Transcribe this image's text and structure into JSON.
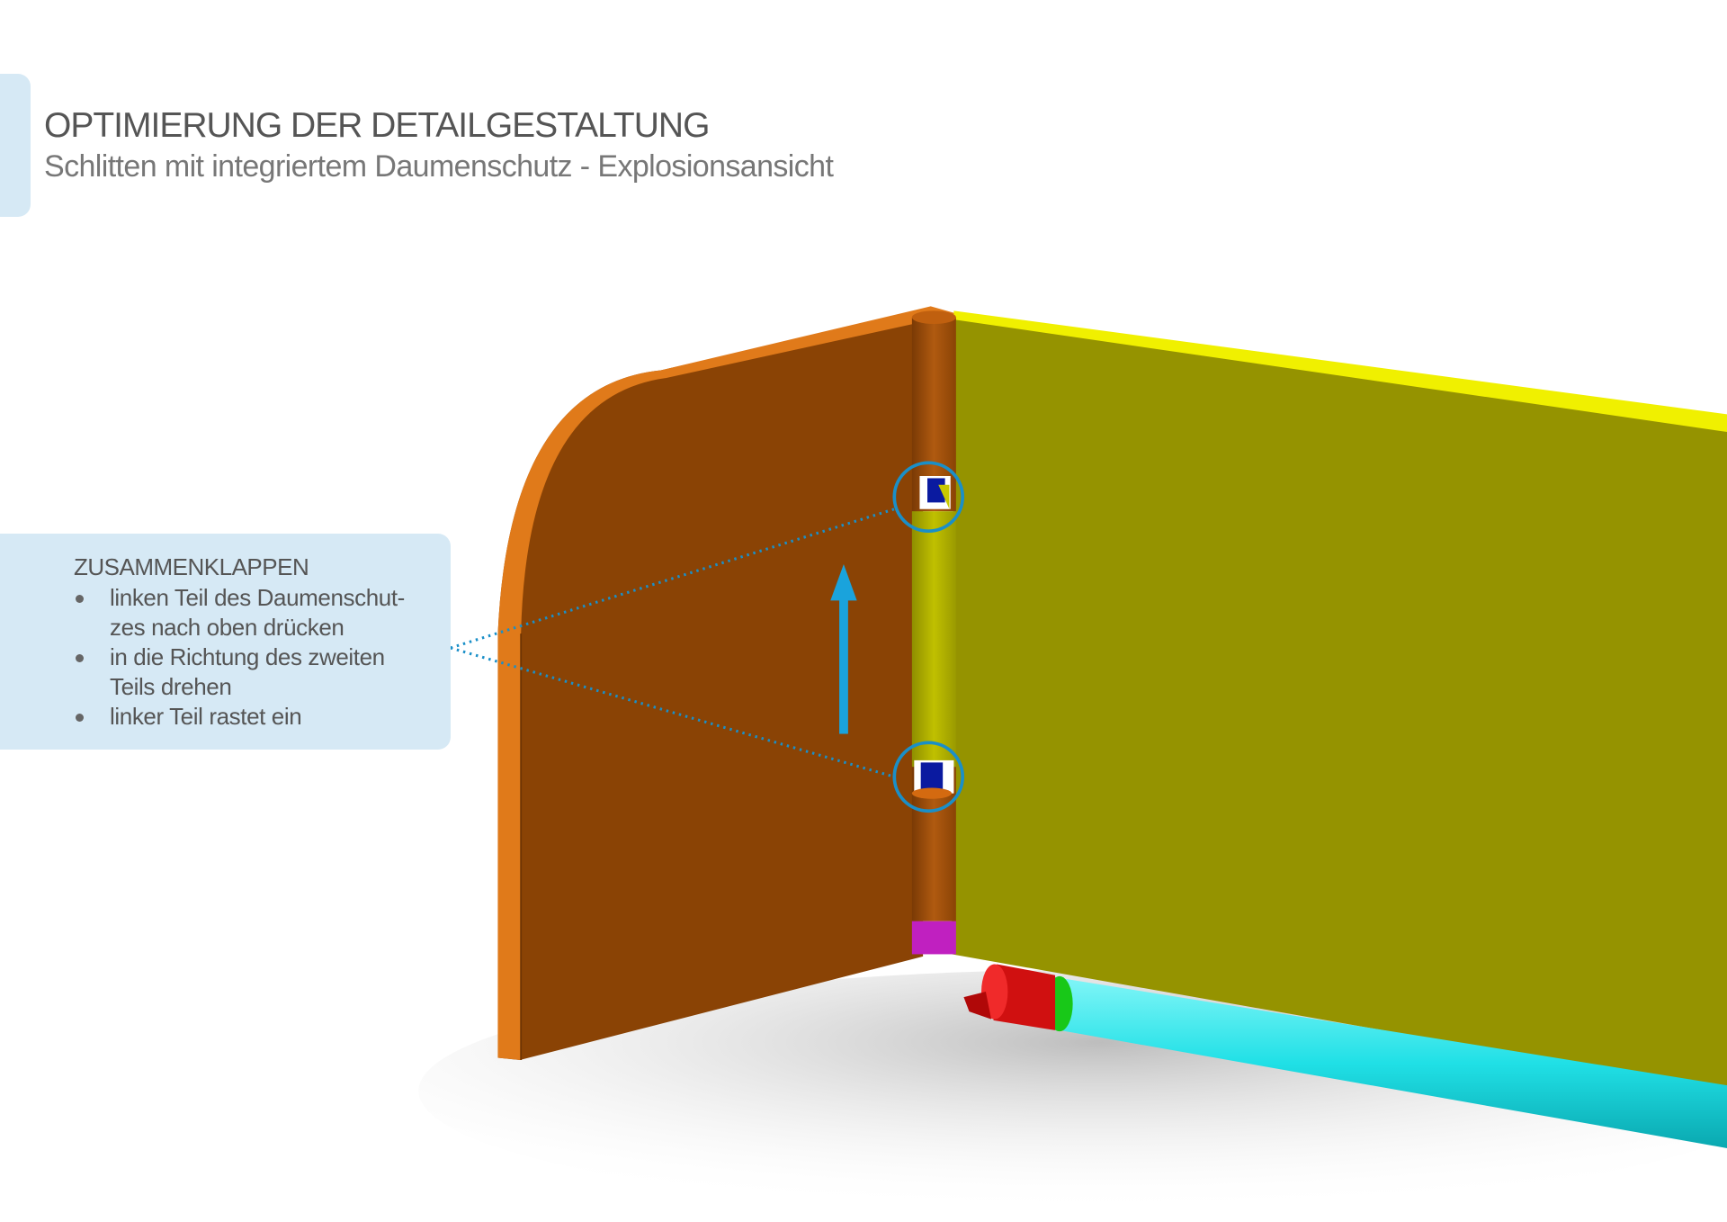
{
  "header": {
    "title": "OPTIMIERUNG DER DETAILGESTALTUNG",
    "subtitle": "Schlitten mit integriertem Daumenschutz - Explosionsansicht"
  },
  "callout": {
    "heading": "ZUSAMMENKLAPPEN",
    "bullets": [
      "linken Teil des Daumenschut- zes nach oben drücken",
      "in die Richtung des zweiten Teils drehen",
      "linker Teil rastet ein"
    ]
  },
  "colors": {
    "accent_blue": "#1aa3dc",
    "panel_light": "#d6e9f5",
    "left_panel": "#8a4305",
    "right_panel": "#959300",
    "cyan_bar": "#22e0e6"
  }
}
